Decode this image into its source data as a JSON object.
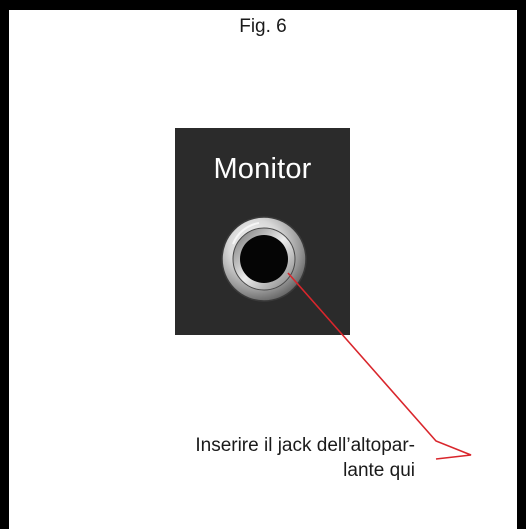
{
  "figure": {
    "caption": "Fig. 6"
  },
  "panel": {
    "label": "Monitor",
    "jack_icon": "quarter-inch-jack-socket-icon"
  },
  "callout": {
    "line1": "Inserire il jack dell’altopar-",
    "line2": "lante qui",
    "line_color": "#d9262c"
  },
  "colors": {
    "frame": "#000000",
    "panel_bg": "#2b2b2b",
    "panel_text": "#ffffff"
  }
}
